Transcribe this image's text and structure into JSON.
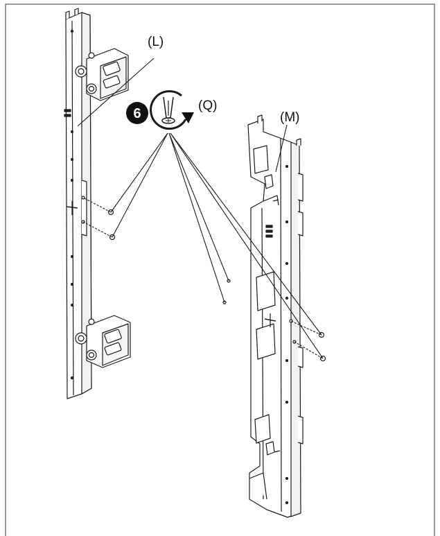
{
  "labels": {
    "rail_left": "(L)",
    "rail_right": "(M)",
    "screw": "(Q)",
    "step_number": "6"
  },
  "icons": {
    "step_badge": "step-number-badge",
    "screwdriver": "screwdriver-rotate-icon",
    "rotation_arrow": "clockwise-arrow-icon"
  },
  "colors": {
    "line": "#1a1a1a",
    "badge": "#111111",
    "background": "#ffffff"
  }
}
